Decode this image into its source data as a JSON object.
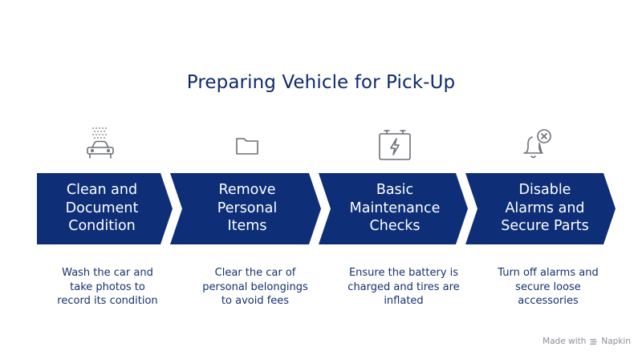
{
  "title": "Preparing Vehicle for Pick-Up",
  "colors": {
    "chevron": "#0e2f78",
    "title": "#0f2a6b",
    "text": "#14306e",
    "icon": "#6b6f76",
    "footer": "#8a8f98"
  },
  "steps": [
    {
      "label": "Clean and\nDocument\nCondition",
      "description": "Wash the car and\ntake photos to\nrecord its condition",
      "icon": "car-wash-icon"
    },
    {
      "label": "Remove\nPersonal\nItems",
      "description": "Clear the car of\npersonal belongings\nto avoid fees",
      "icon": "folder-icon"
    },
    {
      "label": "Basic\nMaintenance\nChecks",
      "description": "Ensure the battery is\ncharged and tires are\ninflated",
      "icon": "battery-icon"
    },
    {
      "label": "Disable\nAlarms and\nSecure Parts",
      "description": "Turn off alarms and\nsecure loose\naccessories",
      "icon": "bell-off-icon"
    }
  ],
  "footer": {
    "made_with": "Made with",
    "brand": "Napkin"
  }
}
